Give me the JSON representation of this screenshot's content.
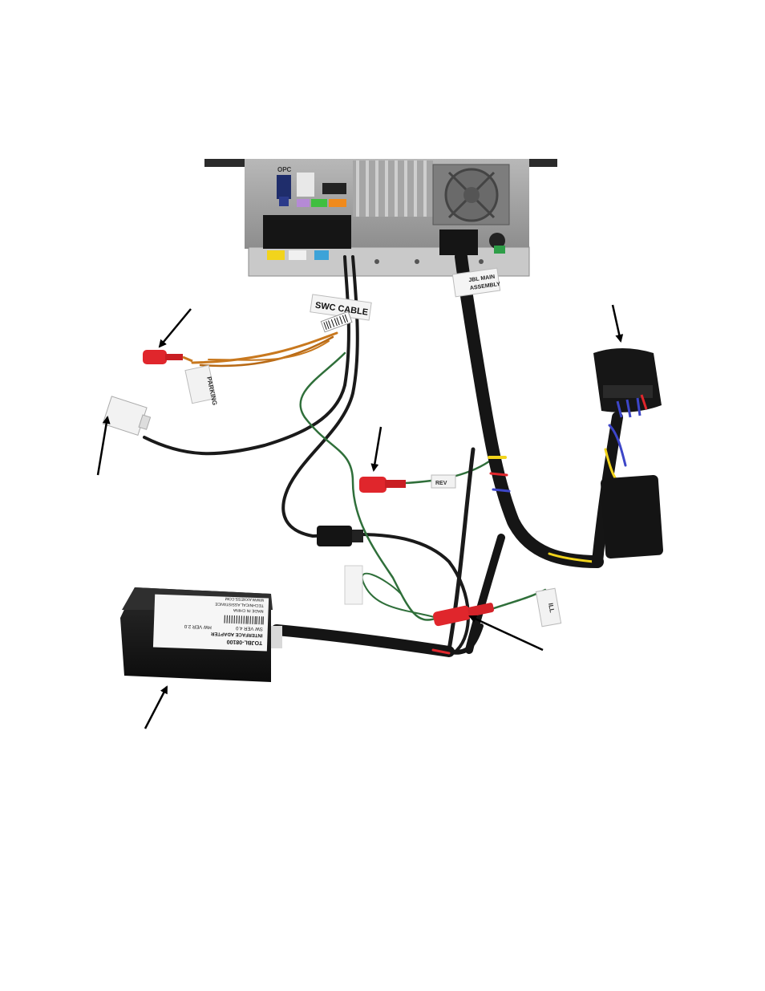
{
  "labels": {
    "opc": "OPC",
    "swc_cable": "SWC CABLE",
    "parking": "PARKING",
    "jbl_main_1": "JBL MAIN",
    "jbl_main_2": "ASSEMBLY",
    "ill": "ILL",
    "tag_green": "REV",
    "box_line1": "TOJBL-08100",
    "box_line2": "INTERFACE ADAPTER",
    "box_line3": "SW VER 4.0",
    "box_line4": "HW VER 2.0",
    "box_line5": "MADE IN CHINA",
    "box_line6": "TECHNICAL ASSISTANCE",
    "box_line7": "WWW.AXXESS.COM"
  },
  "colors": {
    "background": "#ffffff",
    "radio_body": "#9c9c9c",
    "wire_black": "#1a1a1a",
    "wire_orange": "#c8781e",
    "wire_green": "#2f6f3a",
    "connector_red": "#e0262c",
    "connector_yellow": "#f2d41c",
    "connector_green": "#3fbf3f",
    "connector_orange": "#f08a1c",
    "connector_purple": "#b58ad6",
    "connector_blue": "#3da3d8",
    "arrow": "#000000"
  },
  "arrows": [
    {
      "name": "arrow-parking-wire",
      "target": "red parking connector"
    },
    {
      "name": "arrow-white-connector",
      "target": "white connector"
    },
    {
      "name": "arrow-green-wire",
      "target": "red connector on green wire"
    },
    {
      "name": "arrow-vehicle-harness",
      "target": "black vehicle connector"
    },
    {
      "name": "arrow-ill-wire",
      "target": "red connector on ill wire"
    },
    {
      "name": "arrow-interface-box",
      "target": "interface adapter box"
    }
  ]
}
